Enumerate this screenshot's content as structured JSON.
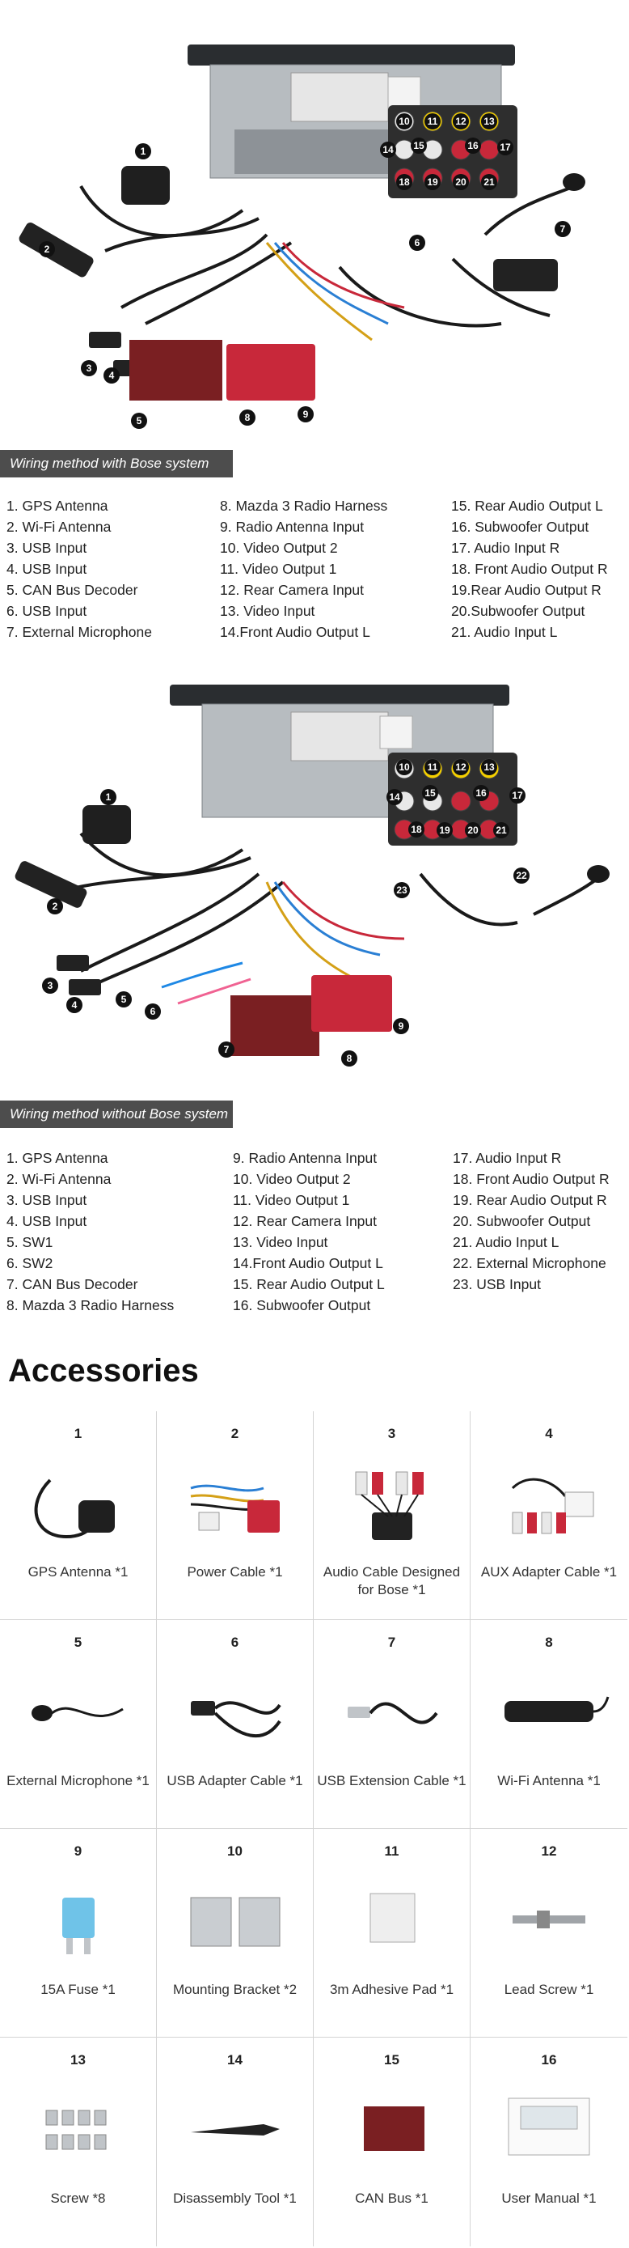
{
  "diagram1": {
    "callouts": [
      "1",
      "2",
      "3",
      "4",
      "5",
      "6",
      "7",
      "8",
      "9",
      "10",
      "11",
      "12",
      "13",
      "14",
      "15",
      "16",
      "17",
      "18",
      "19",
      "20",
      "21"
    ],
    "caption": "Wiring method with Bose system",
    "legend_cols": [
      [
        "1. GPS Antenna",
        "2. Wi-Fi Antenna",
        "3. USB Input",
        "4. USB Input",
        "5. CAN Bus Decoder",
        "6. USB Input",
        "7. External Microphone"
      ],
      [
        "8. Mazda 3 Radio Harness",
        "9. Radio Antenna Input",
        "10. Video Output 2",
        "11. Video Output 1",
        "12. Rear Camera Input",
        "13. Video Input",
        "14.Front Audio Output L"
      ],
      [
        "15. Rear Audio Output L",
        "16. Subwoofer Output",
        "17. Audio Input R",
        "18. Front Audio Output R",
        "19.Rear Audio Output R",
        "20.Subwoofer Output",
        "21. Audio Input L"
      ]
    ]
  },
  "diagram2": {
    "callouts": [
      "1",
      "2",
      "3",
      "4",
      "5",
      "6",
      "7",
      "8",
      "9",
      "10",
      "11",
      "12",
      "13",
      "14",
      "15",
      "16",
      "17",
      "18",
      "19",
      "20",
      "21",
      "22",
      "23"
    ],
    "caption": "Wiring method without Bose system",
    "legend_cols": [
      [
        "1. GPS Antenna",
        "2. Wi-Fi Antenna",
        "3. USB Input",
        "4. USB Input",
        "5. SW1",
        "6. SW2",
        "7. CAN Bus Decoder",
        "8. Mazda 3 Radio Harness"
      ],
      [
        "9. Radio Antenna Input",
        "10. Video Output 2",
        "11. Video Output 1",
        "12. Rear Camera Input",
        "13. Video Input",
        "14.Front Audio Output L",
        "15. Rear Audio Output L",
        "16. Subwoofer Output"
      ],
      [
        "17. Audio Input R",
        "18. Front Audio Output R",
        "19. Rear Audio Output R",
        "20. Subwoofer Output",
        "21. Audio Input L",
        "22. External Microphone",
        "23. USB Input"
      ]
    ]
  },
  "accessories_title": "Accessories",
  "accessories": [
    {
      "num": "1",
      "caption": "GPS Antenna *1",
      "icon": "gps-antenna"
    },
    {
      "num": "2",
      "caption": "Power Cable *1",
      "icon": "power-cable"
    },
    {
      "num": "3",
      "caption": "Audio Cable Designed for Bose *1",
      "icon": "audio-cable"
    },
    {
      "num": "4",
      "caption": "AUX Adapter Cable *1",
      "icon": "aux-cable"
    },
    {
      "num": "5",
      "caption": "External Microphone *1",
      "icon": "microphone"
    },
    {
      "num": "6",
      "caption": "USB Adapter Cable *1",
      "icon": "usb-adapter"
    },
    {
      "num": "7",
      "caption": "USB Extension Cable *1",
      "icon": "usb-extension"
    },
    {
      "num": "8",
      "caption": "Wi-Fi Antenna *1",
      "icon": "wifi-antenna"
    },
    {
      "num": "9",
      "caption": "15A Fuse *1",
      "icon": "fuse"
    },
    {
      "num": "10",
      "caption": "Mounting Bracket *2",
      "icon": "bracket"
    },
    {
      "num": "11",
      "caption": "3m Adhesive Pad *1",
      "icon": "adhesive-pad"
    },
    {
      "num": "12",
      "caption": "Lead Screw *1",
      "icon": "lead-screw"
    },
    {
      "num": "13",
      "caption": "Screw *8",
      "icon": "screws"
    },
    {
      "num": "14",
      "caption": "Disassembly Tool *1",
      "icon": "pry-tool"
    },
    {
      "num": "15",
      "caption": "CAN Bus *1",
      "icon": "can-bus"
    },
    {
      "num": "16",
      "caption": "User Manual *1",
      "icon": "manual"
    }
  ],
  "colors": {
    "caption_bar": "#4d4d4d",
    "harness_red": "#c8283a",
    "can_box": "#7a1f22",
    "cable": "#1a1a1a",
    "unit_body": "#9aa0a6"
  }
}
